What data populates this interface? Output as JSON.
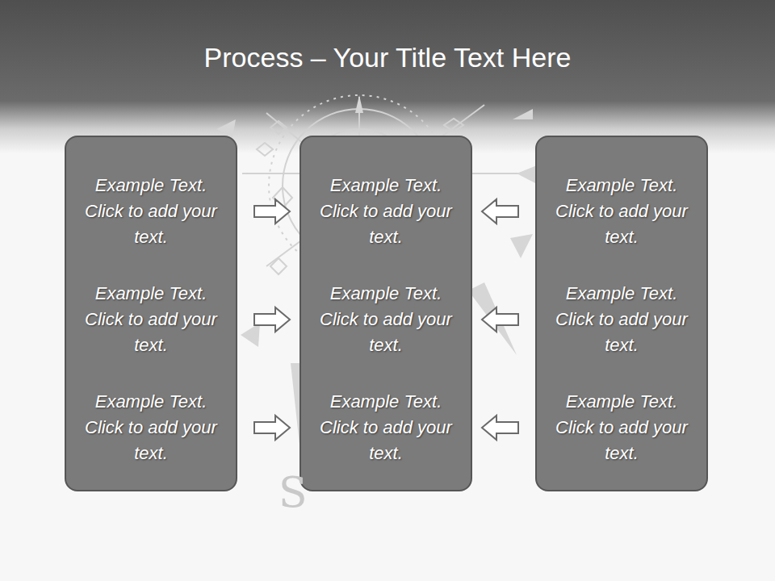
{
  "diagram": {
    "title": "Process – Your Title Text Here",
    "nodes": [
      {
        "text": [
          "Example Text. Click to add your text.",
          "Example Text. Click to add your text.",
          "Example Text. Click to add your text."
        ]
      },
      {
        "text": [
          "Example Text. Click to add your text.",
          "Example Text. Click to add your text.",
          "Example Text. Click to add your text."
        ]
      },
      {
        "text": [
          "Example Text. Click to add your text.",
          "Example Text. Click to add your text.",
          "Example Text. Click to add your text."
        ]
      }
    ],
    "edges": [
      {
        "from": 0,
        "to": 1,
        "arrow": "to"
      },
      {
        "from": 0,
        "to": 1,
        "arrow": "to"
      },
      {
        "from": 0,
        "to": 1,
        "arrow": "to"
      },
      {
        "from": 2,
        "to": 1,
        "arrow": "to"
      },
      {
        "from": 2,
        "to": 1,
        "arrow": "to"
      },
      {
        "from": 2,
        "to": 1,
        "arrow": "to"
      }
    ],
    "labels": [
      "S"
    ]
  }
}
